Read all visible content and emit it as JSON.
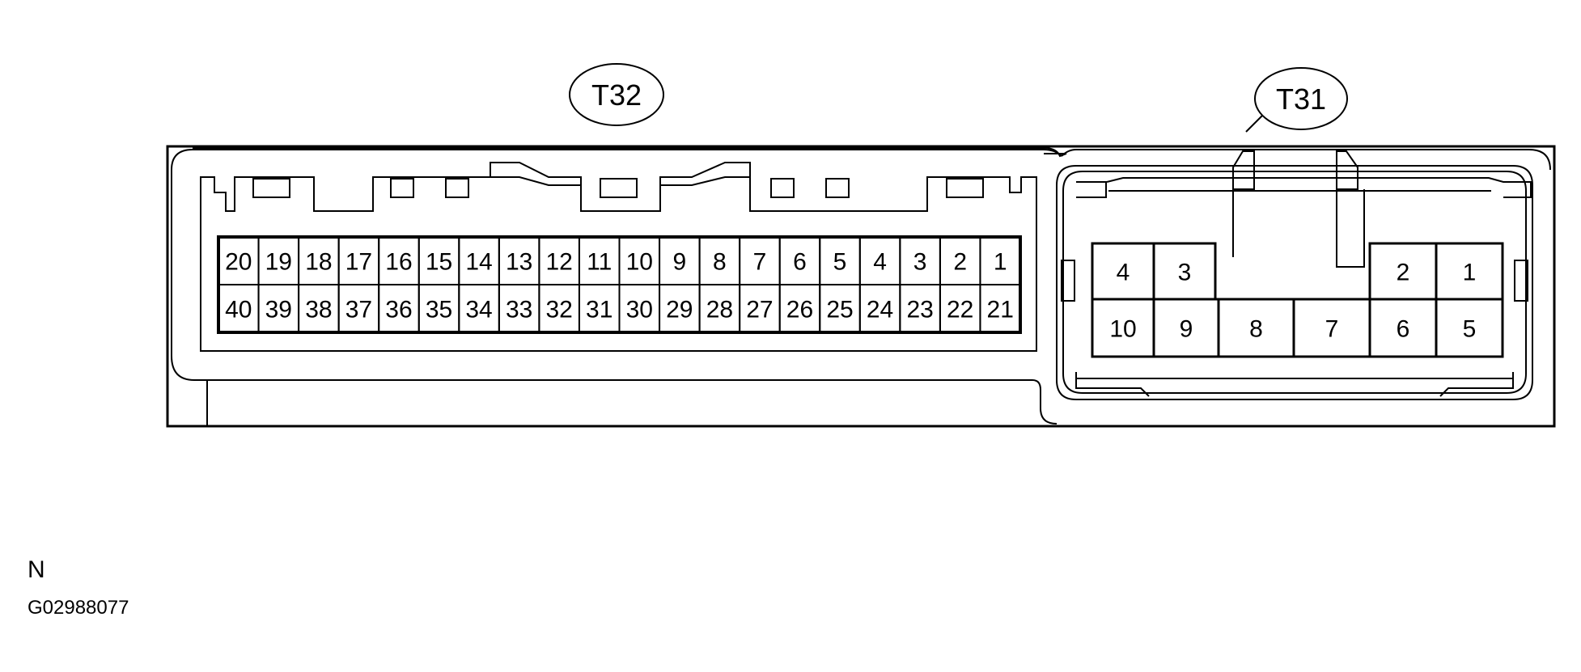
{
  "callouts": {
    "t32": "T32",
    "t31": "T31"
  },
  "t32": {
    "top_row": [
      "20",
      "19",
      "18",
      "17",
      "16",
      "15",
      "14",
      "13",
      "12",
      "11",
      "10",
      "9",
      "8",
      "7",
      "6",
      "5",
      "4",
      "3",
      "2",
      "1"
    ],
    "bottom_row": [
      "40",
      "39",
      "38",
      "37",
      "36",
      "35",
      "34",
      "33",
      "32",
      "31",
      "30",
      "29",
      "28",
      "27",
      "26",
      "25",
      "24",
      "23",
      "22",
      "21"
    ]
  },
  "t31": {
    "top_left": [
      "4",
      "3"
    ],
    "top_right": [
      "2",
      "1"
    ],
    "bottom_row": [
      "10",
      "9",
      "8",
      "7",
      "6",
      "5"
    ]
  },
  "footer": {
    "orientation": "N",
    "figure_id": "G02988077"
  }
}
